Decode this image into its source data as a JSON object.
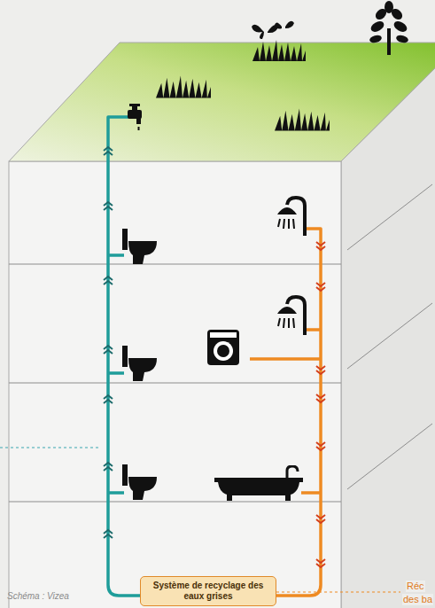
{
  "diagram": {
    "nodes": [
      {
        "text": [
          "Système de recyclage des eaux grises"
        ]
      }
    ],
    "labels": [
      "Schéma : Vizea",
      "Réc",
      "des ba"
    ]
  }
}
